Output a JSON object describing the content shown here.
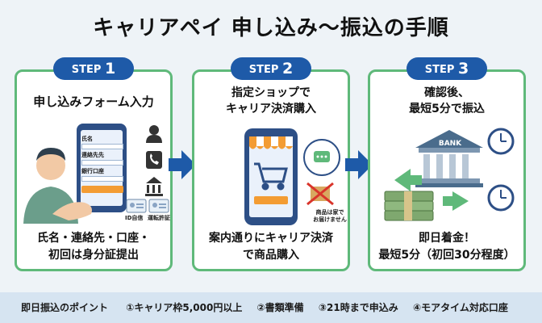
{
  "title": "キャリアペイ 申し込み〜振込の手順",
  "steps": [
    {
      "badge_label": "STEP",
      "badge_num": "1",
      "heading": "申し込みフォーム入力",
      "form_fields": [
        "氏名",
        "連絡先先",
        "銀行口座"
      ],
      "id_cards": [
        "ID自信",
        "運転許証"
      ],
      "footer_lines": [
        "氏名・連絡先・口座・",
        "初回は身分証提出"
      ]
    },
    {
      "badge_label": "STEP",
      "badge_num": "2",
      "heading_lines": [
        "指定ショップで",
        "キャリア決済購入"
      ],
      "note_lines": [
        "商品は家で",
        "お届けません"
      ],
      "footer_lines": [
        "案内通りにキャリア決済",
        "で商品購入"
      ]
    },
    {
      "badge_label": "STEP",
      "badge_num": "3",
      "heading_lines": [
        "確認後、",
        "最短5分で振込"
      ],
      "bank_label": "BANK",
      "footer_lines": [
        "即日着金！",
        "最短5分（初回30分程度）"
      ]
    }
  ],
  "bottom": {
    "lead": "即日振込のポイント",
    "points": [
      "①キャリア枠5,000円以上",
      "②書類準備",
      "③21時まで申込み",
      "④モアタイム対応口座"
    ]
  },
  "colors": {
    "card_border": "#5fb97a",
    "badge": "#1e5aa8",
    "arrow": "#1e5aa8",
    "bottom_bar": "#d6e4f1"
  }
}
